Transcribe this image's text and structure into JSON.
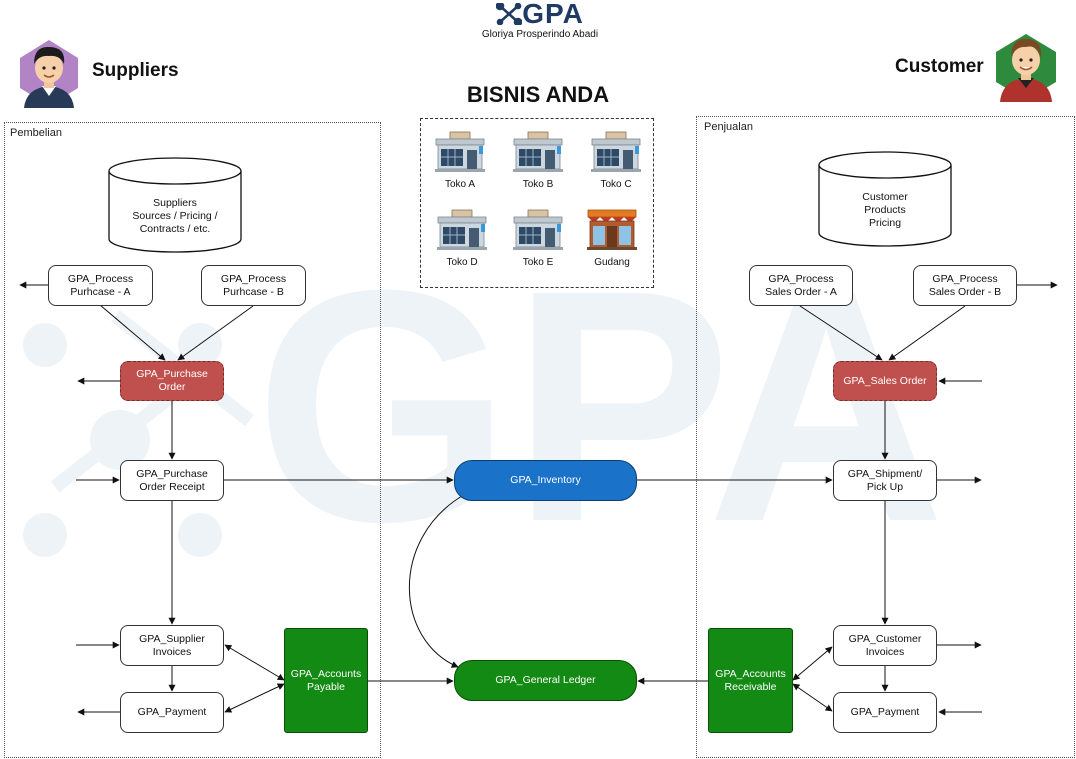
{
  "logo": {
    "text": "GPA",
    "subtitle": "Gloriya Prosperindo Abadi"
  },
  "roles": {
    "left": "Suppliers",
    "right": "Customer"
  },
  "business": {
    "title": "BISNIS ANDA",
    "shops": [
      {
        "label": "Toko A"
      },
      {
        "label": "Toko B"
      },
      {
        "label": "Toko C"
      },
      {
        "label": "Toko D"
      },
      {
        "label": "Toko E"
      },
      {
        "label": "Gudang"
      }
    ]
  },
  "purchasing": {
    "label": "Pembelian",
    "db": "Suppliers\nSources / Pricing /\nContracts / etc.",
    "process_a": "GPA_Process\nPurhcase - A",
    "process_b": "GPA_Process\nPurhcase  - B",
    "purchase_order": "GPA_Purchase\nOrder",
    "receipt": "GPA_Purchase\nOrder Receipt",
    "invoices": "GPA_Supplier\nInvoices",
    "payment": "GPA_Payment"
  },
  "sales": {
    "label": "Penjualan",
    "db": "Customer\nProducts\nPricing",
    "process_a": "GPA_Process\nSales Order - A",
    "process_b": "GPA_Process\nSales Order - B",
    "sales_order": "GPA_Sales Order",
    "shipment": "GPA_Shipment/\nPick Up",
    "invoices": "GPA_Customer\nInvoices",
    "payment": "GPA_Payment"
  },
  "center": {
    "inventory": "GPA_Inventory",
    "ledger": "GPA_General Ledger",
    "payable": "GPA_Accounts\nPayable",
    "receivable": "GPA_Accounts\nReceivable"
  },
  "colors": {
    "red": "#c0504d",
    "blue": "#1a73c9",
    "green": "#138a13",
    "watermark": "#eef3f7"
  },
  "icons": {
    "logo": "network-nodes-icon",
    "supplier": "supplier-avatar-icon",
    "customer": "customer-avatar-icon",
    "shop": "shop-icon",
    "warehouse": "warehouse-icon"
  }
}
